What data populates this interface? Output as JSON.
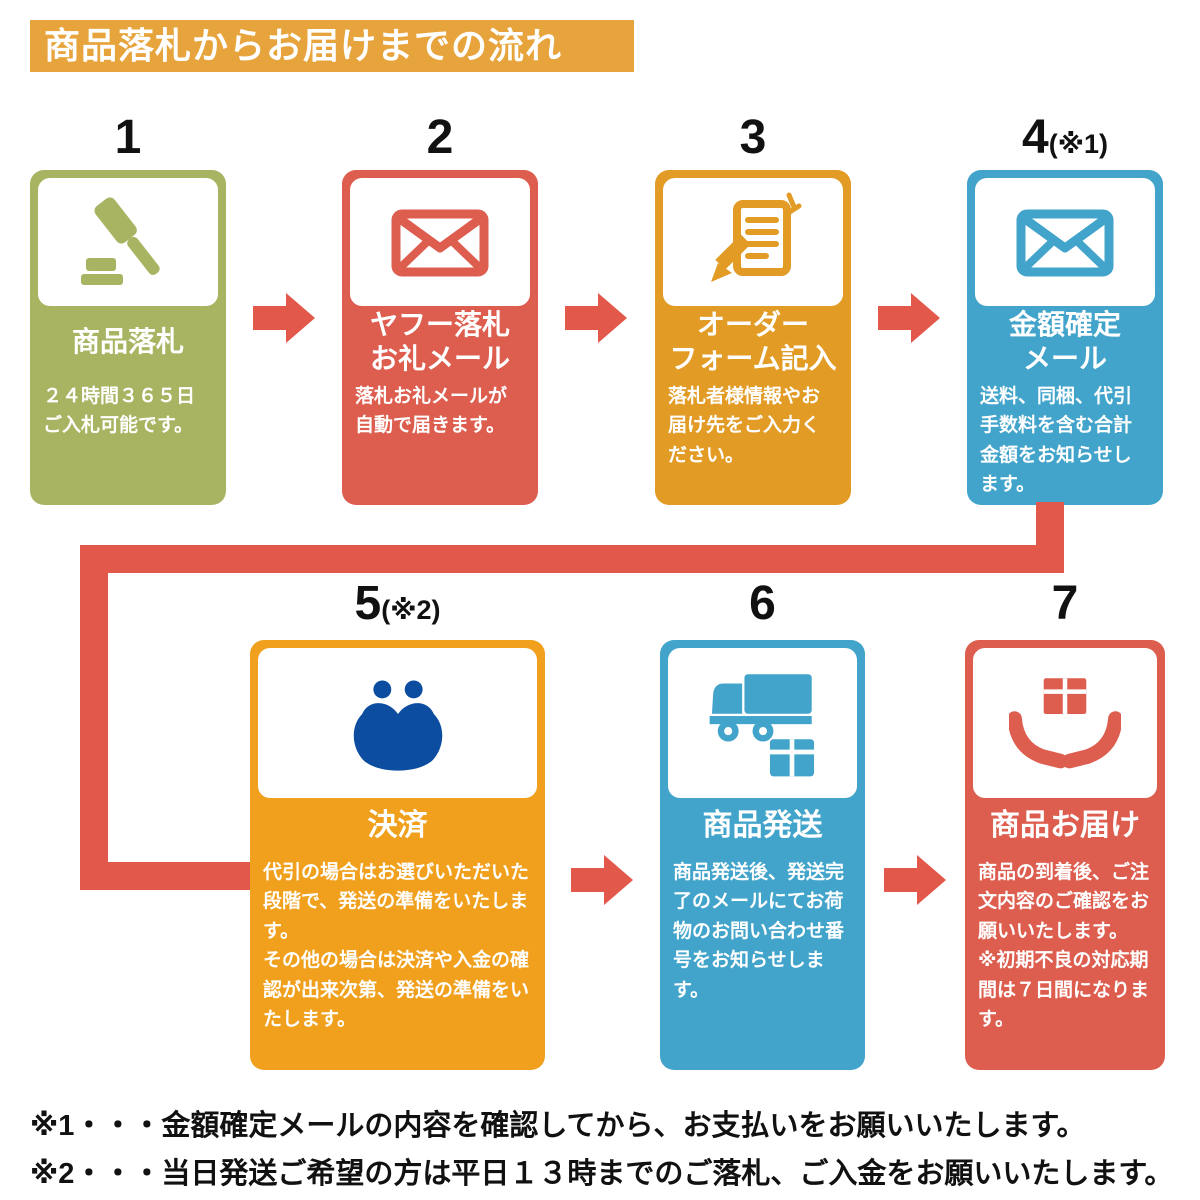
{
  "header": {
    "title": "商品落札からお届けまでの流れ"
  },
  "colors": {
    "banner": "#e8a43c",
    "arrow": "#e2584a",
    "background": "#ffffff",
    "number_text": "#111111",
    "purse_navy": "#0d4da0"
  },
  "steps": [
    {
      "number": "1",
      "note": "",
      "title": "商品落札",
      "description": "２４時間３６５日ご入札可能です。",
      "color": "#a9b463",
      "icon": "gavel-icon",
      "icon_color": "#a9b463"
    },
    {
      "number": "2",
      "note": "",
      "title": "ヤフー落札\nお礼メール",
      "description": "落札お礼メールが自動で届きます。",
      "color": "#dd5e4f",
      "icon": "mail-icon",
      "icon_color": "#dd5e4f"
    },
    {
      "number": "3",
      "note": "",
      "title": "オーダー\nフォーム記入",
      "description": "落札者様情報やお届け先をご入力ください。",
      "color": "#e29b24",
      "icon": "order-form-icon",
      "icon_color": "#e29b24"
    },
    {
      "number": "4",
      "note": "(※1)",
      "title": "金額確定\nメール",
      "description": "送料、同梱、代引手数料を含む合計金額をお知らせします。",
      "color": "#42a4cb",
      "icon": "mail-icon",
      "icon_color": "#42a4cb"
    },
    {
      "number": "5",
      "note": "(※2)",
      "title": "決済",
      "description": "代引の場合はお選びいただいた段階で、発送の準備をいたします。\nその他の場合は決済や入金の確認が出来次第、発送の準備をいたします。",
      "color": "#f0a01d",
      "icon": "purse-icon",
      "icon_color": "#0d4da0"
    },
    {
      "number": "6",
      "note": "",
      "title": "商品発送",
      "description": "商品発送後、発送完了のメールにてお荷物のお問い合わせ番号をお知らせします。",
      "color": "#42a4cb",
      "icon": "truck-box-icon",
      "icon_color": "#42a4cb"
    },
    {
      "number": "7",
      "note": "",
      "title": "商品お届け",
      "description": "商品の到着後、ご注文内容のご確認をお願いいたします。\n※初期不良の対応期間は７日間になります。",
      "color": "#dd5e4f",
      "icon": "hands-box-icon",
      "icon_color": "#dd5e4f"
    }
  ],
  "footnotes": [
    "※1・・・金額確定メールの内容を確認してから、お支払いをお願いいたします。",
    "※2・・・当日発送ご希望の方は平日１３時までのご落札、ご入金をお願いいたします。"
  ]
}
